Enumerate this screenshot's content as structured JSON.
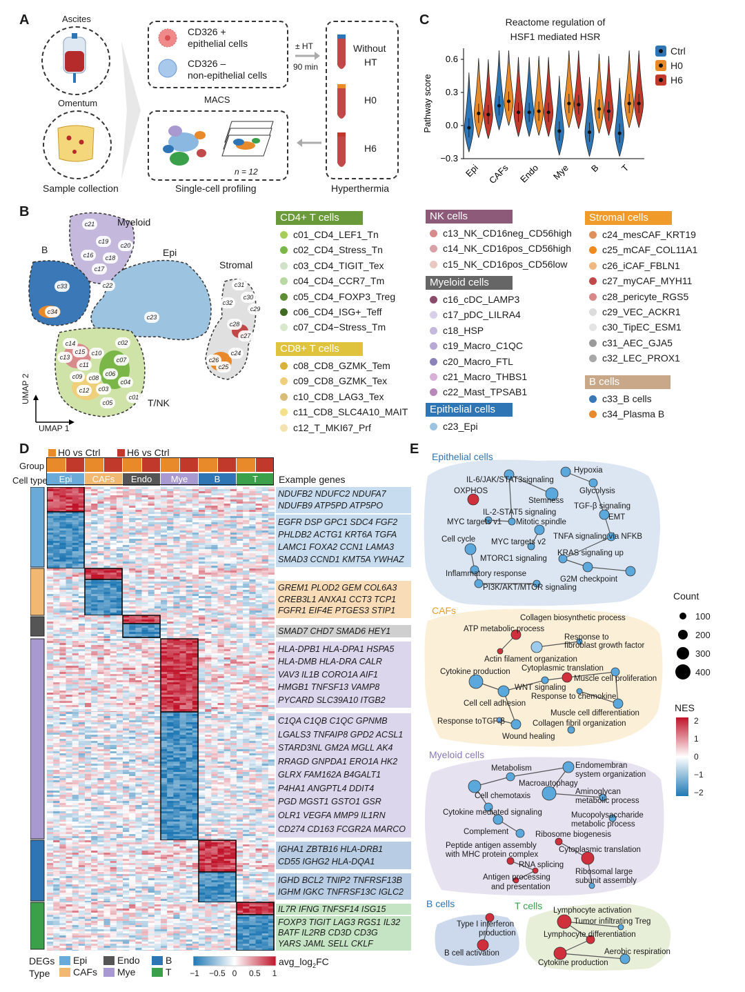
{
  "panels": {
    "a": "A",
    "b": "B",
    "c": "C",
    "d": "D",
    "e": "E"
  },
  "panel_a": {
    "ascites": "Ascites",
    "omentum": "Omentum",
    "sample_collection": "Sample collection",
    "cd326_pos": "CD326 +",
    "epi_cells": "epithelial cells",
    "cd326_neg": "CD326 –",
    "non_epi": "non-epithelial cells",
    "macs": "MACS",
    "ht": "± HT",
    "min90": "90 min",
    "without": "Without",
    "ht2": "HT",
    "h0": "H0",
    "h6": "H6",
    "hyperthermia": "Hyperthermia",
    "n12": "n = 12",
    "single_cell": "Single-cell profiling"
  },
  "chart_data": {
    "type": "violin",
    "title": "Reactome regulation of",
    "subtitle": "HSF1 mediated HSR",
    "ylabel": "Pathway score",
    "ylim": [
      -0.3,
      0.7
    ],
    "yticks": [
      "0.6",
      "0.3",
      "0.0",
      "−0.3"
    ],
    "yticks_vals": [
      0.6,
      0.3,
      0.0,
      -0.3
    ],
    "categories": [
      "Epi",
      "CAFs",
      "Endo",
      "Mye",
      "B",
      "T"
    ],
    "legend_position": "right",
    "colors": {
      "Ctrl": "#2e75b6",
      "H0": "#e8892a",
      "H6": "#c0392b"
    },
    "series": [
      {
        "name": "Ctrl",
        "medians": [
          -0.02,
          0.18,
          0.12,
          -0.05,
          -0.06,
          -0.07
        ]
      },
      {
        "name": "H0",
        "medians": [
          0.11,
          0.22,
          0.13,
          0.2,
          0.15,
          0.2
        ]
      },
      {
        "name": "H6",
        "medians": [
          0.1,
          0.12,
          0.12,
          0.19,
          0.13,
          0.2
        ]
      }
    ]
  },
  "panel_b": {
    "myeloid": "Myeloid",
    "b": "B",
    "epi": "Epi",
    "stromal": "Stromal",
    "tnk": "T/NK",
    "umap1": "UMAP 1",
    "umap2": "UMAP 2",
    "cluster_labels": [
      "c21",
      "c19",
      "c20",
      "c16",
      "c18",
      "c17",
      "c22",
      "c33",
      "c34",
      "c23",
      "c31",
      "c30",
      "c32",
      "c29",
      "c28",
      "c27",
      "c26",
      "c24",
      "c25",
      "c14",
      "c15",
      "c10",
      "c02",
      "c13",
      "c11",
      "c08",
      "c07",
      "c09",
      "c06",
      "c04",
      "c12",
      "c03",
      "c05",
      "c01"
    ],
    "groups": [
      {
        "title": "CD4+ T cells",
        "color": "#6a9a3a",
        "items": [
          {
            "label": "c01_CD4_LEF1_Tn",
            "color": "#a6cf5a"
          },
          {
            "label": "c02_CD4_Stress_Tn",
            "color": "#7ab648"
          },
          {
            "label": "c03_CD4_TIGIT_Tex",
            "color": "#cfe2c8"
          },
          {
            "label": "c04_CD4_CCR7_Tm",
            "color": "#b7d8a0"
          },
          {
            "label": "c05_CD4_FOXP3_Treg",
            "color": "#5e8e34"
          },
          {
            "label": "c06_CD4_ISG+_Teff",
            "color": "#3f6b22"
          },
          {
            "label": "c07_CD4−Stress_Tm",
            "color": "#d8e8cc"
          }
        ]
      },
      {
        "title": "CD8+ T cells",
        "color": "#e0c33c",
        "items": [
          {
            "label": "c08_CD8_GZMK_Tem",
            "color": "#d9b23c"
          },
          {
            "label": "c09_CD8_GZMK_Tex",
            "color": "#efcf7a"
          },
          {
            "label": "c10_CD8_LAG3_Tex",
            "color": "#d9bb76"
          },
          {
            "label": "c11_CD8_SLC4A10_MAIT",
            "color": "#f3e088"
          },
          {
            "label": "c12_T_MKI67_Prf",
            "color": "#f4e3b0"
          }
        ]
      },
      {
        "title": "NK cells",
        "color": "#8e5a7a",
        "items": [
          {
            "label": "c13_NK_CD16neg_CD56high",
            "color": "#d98a8a"
          },
          {
            "label": "c14_NK_CD16pos_CD56high",
            "color": "#d9a0a8"
          },
          {
            "label": "c15_NK_CD16pos_CD56low",
            "color": "#e8c8c0"
          }
        ]
      },
      {
        "title": "Myeloid cells",
        "color": "#666666",
        "items": [
          {
            "label": "c16_cDC_LAMP3",
            "color": "#8a4a6a"
          },
          {
            "label": "c17_pDC_LILRA4",
            "color": "#d8d0e8"
          },
          {
            "label": "c18_HSP",
            "color": "#c4b8dc"
          },
          {
            "label": "c19_Macro_C1QC",
            "color": "#b8a8d4"
          },
          {
            "label": "c20_Macro_FTL",
            "color": "#8a82b8"
          },
          {
            "label": "c21_Macro_THBS1",
            "color": "#d8b0d8"
          },
          {
            "label": "c22_Mast_TPSAB1",
            "color": "#b888b8"
          }
        ]
      },
      {
        "title": "Epithelial cells",
        "color": "#2e75b6",
        "items": [
          {
            "label": "c23_Epi",
            "color": "#9cc3e0"
          }
        ]
      },
      {
        "title": "Stromal cells",
        "color": "#f09a2a",
        "items": [
          {
            "label": "c24_mesCAF_KRT19",
            "color": "#e0905a"
          },
          {
            "label": "c25_mCAF_COL11A1",
            "color": "#f08a20"
          },
          {
            "label": "c26_iCAF_FBLN1",
            "color": "#f0b880"
          },
          {
            "label": "c27_myCAF_MYH11",
            "color": "#c04848"
          },
          {
            "label": "c28_pericyte_RGS5",
            "color": "#d88888"
          },
          {
            "label": "c29_VEC_ACKR1",
            "color": "#dcdcdc"
          },
          {
            "label": "c30_TipEC_ESM1",
            "color": "#e4e4e4"
          },
          {
            "label": "c31_AEC_GJA5",
            "color": "#9a9a9a"
          },
          {
            "label": "c32_LEC_PROX1",
            "color": "#a8a8a8"
          }
        ]
      },
      {
        "title": "B cells",
        "color": "#c8a888",
        "items": [
          {
            "label": "c33_B cells",
            "color": "#3a78b8"
          },
          {
            "label": "c34_Plasma B",
            "color": "#e8892a"
          }
        ]
      }
    ]
  },
  "panel_d": {
    "h0_vs_ctrl": "H0 vs Ctrl",
    "h6_vs_ctrl": "H6 vs Ctrl",
    "group": "Group",
    "cell_type": "Cell type",
    "cell_types": [
      "Epi",
      "CAFs",
      "Endo",
      "Mye",
      "B",
      "T"
    ],
    "cell_type_colors": [
      "#6aaad8",
      "#f0b870",
      "#555555",
      "#a89ad0",
      "#2e75b6",
      "#3aa04a"
    ],
    "example_genes": "Example genes",
    "gene_blocks": [
      {
        "lines": [
          "NDUFB2 NDUFC2 NDUFA7",
          "NDUFB9 ATP5PD ATP5PO"
        ],
        "color": "#c8dcef"
      },
      {
        "lines": [
          "EGFR DSP GPC1 SDC4 FGF2",
          "PHLDB2 ACTG1 KRT6A TGFA",
          "LAMC1 FOXA2 CCN1 LAMA3",
          "SMAD3 CCND1 KMT5A YWHAZ"
        ],
        "color": "#c8dcef"
      },
      {
        "lines": [
          "GREM1 PLOD2 GEM COL6A3",
          "CREB3L1 ANXA1 CCT3 TCP1",
          "FGFR1 EIF4E PTGES3 STIP1"
        ],
        "color": "#f8dcb8"
      },
      {
        "lines": [
          "SMAD7 CHD7 SMAD6 HEY1"
        ],
        "color": "#cfcfcf"
      },
      {
        "lines": [
          "HLA-DPB1 HLA-DPA1 HSPA5",
          "HLA-DMB HLA-DRA CALR",
          "VAV3 IL1B CORO1A AIF1",
          "HMGB1 TNFSF13 VAMP8",
          "PYCARD SLC39A10 ITGB2"
        ],
        "color": "#dcd6ec"
      },
      {
        "lines": [
          "C1QA C1QB C1QC GPNMB",
          "LGALS3 TNFAIP8 GPD2 ACSL1",
          "STARD3NL GM2A MGLL AK4",
          "RRAGD GNPDA1 ERO1A HK2",
          "GLRX FAM162A B4GALT1",
          "P4HA1 ANGPTL4 DDIT4",
          "PGD MGST1 GSTO1 GSR",
          "OLR1 VEGFA MMP9 IL1RN",
          "CD274 CD163 FCGR2A MARCO"
        ],
        "color": "#dcd6ec"
      },
      {
        "lines": [
          "IGHA1 ZBTB16 HLA-DRB1",
          "CD55 IGHG2 HLA-DQA1"
        ],
        "color": "#b8cce4"
      },
      {
        "lines": [
          "IGHD BCL2 TNIP2 TNFRSF13B",
          "IGHM IGKC TNFRSF13C IGLC2"
        ],
        "color": "#b8cce4"
      },
      {
        "lines": [
          "IL7R IFNG TNFSF14 ISG15"
        ],
        "color": "#c4e4c4"
      },
      {
        "lines": [
          "FOXP3 TIGIT LAG3 RGS1 IL32",
          "BATF IL2RB CD3D CD3G",
          "YARS JAML SELL CKLF"
        ],
        "color": "#c4e4c4"
      }
    ],
    "degs": "DEGs",
    "type": "Type",
    "legend_types": [
      {
        "label": "Epi",
        "color": "#6aaad8"
      },
      {
        "label": "CAFs",
        "color": "#f0b870"
      },
      {
        "label": "Endo",
        "color": "#555555"
      },
      {
        "label": "Mye",
        "color": "#a89ad0"
      },
      {
        "label": "B",
        "color": "#2e75b6"
      },
      {
        "label": "T",
        "color": "#3aa04a"
      }
    ],
    "scale_ticks": [
      "−1",
      "−0.5",
      "0",
      "0.5",
      "1"
    ],
    "avg_log": "avg_log",
    "fc": "FC",
    "sub2": "2"
  },
  "panel_e": {
    "sections": {
      "epi": "Epithelial cells",
      "cafs": "CAFs",
      "mye": "Myeloid cells",
      "b": "B cells",
      "t": "T cells"
    },
    "section_colors": {
      "epi": "#2e75b6",
      "cafs": "#e8a020",
      "mye": "#8a7ab8",
      "b": "#2e75b6",
      "t": "#3aa04a"
    },
    "count": "Count",
    "count_values": [
      "100",
      "200",
      "300",
      "400"
    ],
    "nes": "NES",
    "nes_ticks": [
      "2",
      "1",
      "0",
      "−1",
      "−2"
    ],
    "epi_labels": [
      "Hypoxia",
      "IL-6/JAK/STAT3signaling",
      "Glycolysis",
      "OXPHOS",
      "Stemness",
      "TGF-β signaling",
      "IL-2-STAT5 signaling",
      "EMT",
      "MYC targets v1",
      "Mitotic spindle",
      "Cell cycle",
      "TNFA signaling via NFKB",
      "MYC targets v2",
      "KRAS signaling up",
      "MTORC1 signaling",
      "G2M checkpoint",
      "Inflammatory response",
      "PI3K/AKT/MTOR signaling"
    ],
    "caf_labels": [
      "Collagen biosynthetic process",
      "ATP metabolic process",
      "Response to",
      "fibroblast growth factor",
      "Actin filament organization",
      "Cytokine production",
      "Cytoplasmic translation",
      "Muscle cell proliferation",
      "WNT signaling",
      "Response to chemokine",
      "Cell cell adhesion",
      "Muscle cell differentiation",
      "Response toTGF-β",
      "Collagen fibril organization",
      "Wound healing"
    ],
    "mye_labels": [
      "Metabolism",
      "Endomembran",
      "system organization",
      "Macroautophagy",
      "Aminoglycan",
      "metabolic process",
      "Cell chemotaxis",
      "Cytokine mediated signaling",
      "Mucopolysaccharide",
      "metabolic process",
      "Complement",
      "Ribosome biogenesis",
      "Peptide antigen assembly",
      "with MHC protein complex",
      "Cytoplasmic translation",
      "RNA splicing",
      "Ribosomal large",
      "subunit assembly",
      "Antigen processing",
      "and presentation"
    ],
    "b_labels": [
      "Type I interferon",
      "production",
      "B cell activation"
    ],
    "t_labels": [
      "Lymphocyte activation",
      "Tumor infiltrating Treg",
      "Lymphocyte differentiation",
      "Aerobic respiration",
      "Cytokine production"
    ]
  }
}
